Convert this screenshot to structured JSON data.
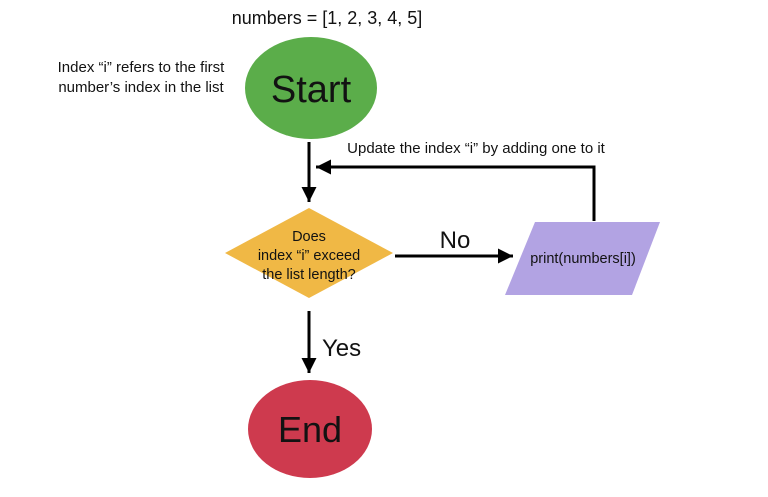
{
  "diagram": {
    "title": "numbers = [1, 2, 3, 4, 5]",
    "side_note": {
      "line1": "Index “i” refers to the first",
      "line2": "number’s index in the list"
    },
    "loop_label": "Update the index “i” by adding one to it",
    "nodes": {
      "start": {
        "label": "Start",
        "fill": "#5BAD4A"
      },
      "decision": {
        "line1": "Does",
        "line2": "index “i” exceed",
        "line3": "the list length?",
        "fill": "#F0B845"
      },
      "print": {
        "label": "print(numbers[i])",
        "fill": "#B2A3E3"
      },
      "end": {
        "label": "End",
        "fill": "#CE3A4E"
      }
    },
    "edge_labels": {
      "no": "No",
      "yes": "Yes"
    },
    "colors": {
      "line": "#000000",
      "text": "#121212",
      "background": "#FFFFFF"
    }
  }
}
